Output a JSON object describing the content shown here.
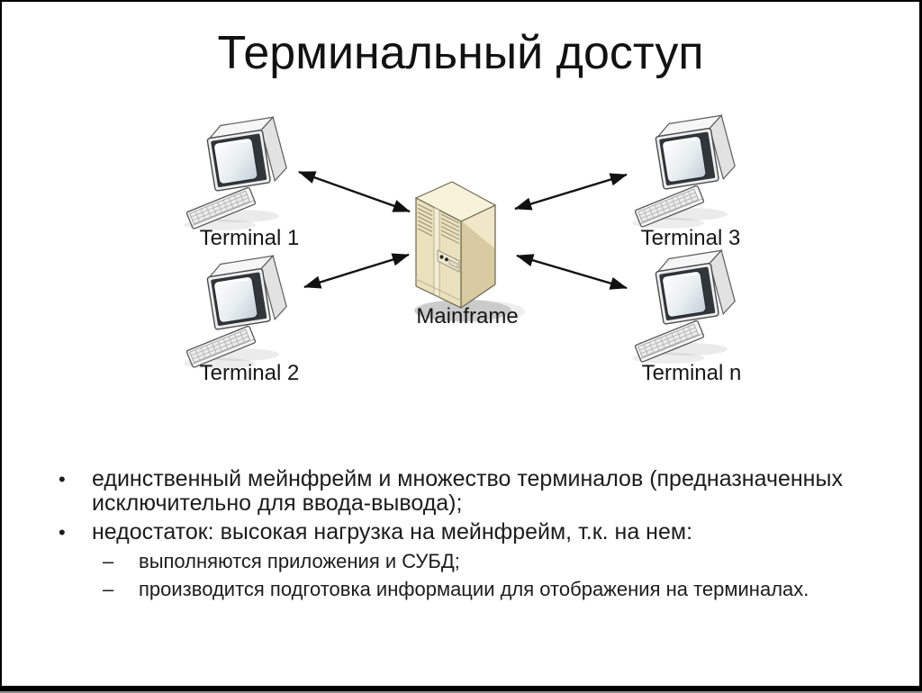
{
  "slide": {
    "title": "Терминальный доступ",
    "diagram": {
      "nodes": [
        {
          "id": "terminal1",
          "label": "Terminal 1"
        },
        {
          "id": "terminal2",
          "label": "Terminal 2"
        },
        {
          "id": "mainframe",
          "label": "Mainframe"
        },
        {
          "id": "terminal3",
          "label": "Terminal 3"
        },
        {
          "id": "terminal_n",
          "label": "Terminal n"
        }
      ],
      "links": [
        {
          "from": "Terminal 1",
          "to": "Mainframe",
          "bidirectional": true
        },
        {
          "from": "Terminal 2",
          "to": "Mainframe",
          "bidirectional": true
        },
        {
          "from": "Terminal 3",
          "to": "Mainframe",
          "bidirectional": true
        },
        {
          "from": "Terminal n",
          "to": "Mainframe",
          "bidirectional": true
        }
      ],
      "icons": {
        "terminal-icon": "crt-monitor-with-keyboard-shape",
        "mainframe-icon": "tower-server-shape",
        "bidirectional-arrow-icon": "double-headed-black-arrow"
      }
    },
    "bullets": [
      {
        "level": 1,
        "marker": "•",
        "text": "единственный мейнфрейм и множество терминалов (предназначенных исключительно для ввода-вывода);"
      },
      {
        "level": 1,
        "marker": "•",
        "text": "недостаток: высокая нагрузка на мейнфрейм, т.к. на нем:"
      },
      {
        "level": 2,
        "marker": "–",
        "text": "выполняются приложения и СУБД;"
      },
      {
        "level": 2,
        "marker": "–",
        "text": "производится подготовка информации для отображения на терминалах."
      }
    ],
    "colors": {
      "background": "#ffffff",
      "frame": "#000000",
      "text": "#1c1c1c",
      "arrow": "#111111",
      "mainframe_front": "#eae1bd",
      "mainframe_top": "#f7f2da",
      "mainframe_side": "#d8cba1",
      "monitor_body": "#eeeeee",
      "monitor_bezel": "#31363b",
      "screen_tint": "#c2ced6"
    }
  }
}
